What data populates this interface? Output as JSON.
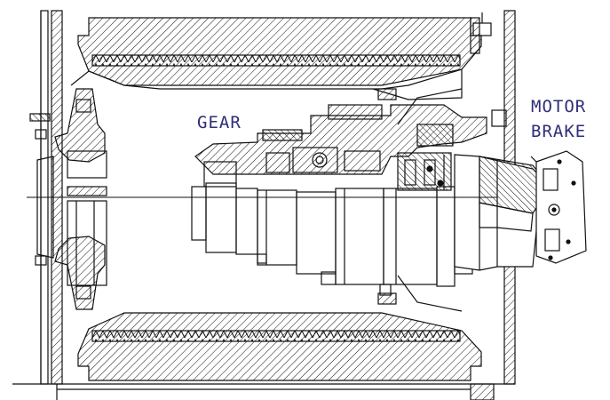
{
  "labels": {
    "gear": "GEAR",
    "motor": "MOTOR",
    "brake": "BRAKE"
  },
  "colors": {
    "ink": "#111111",
    "label": "#2e2e7a",
    "background": "#ffffff"
  }
}
